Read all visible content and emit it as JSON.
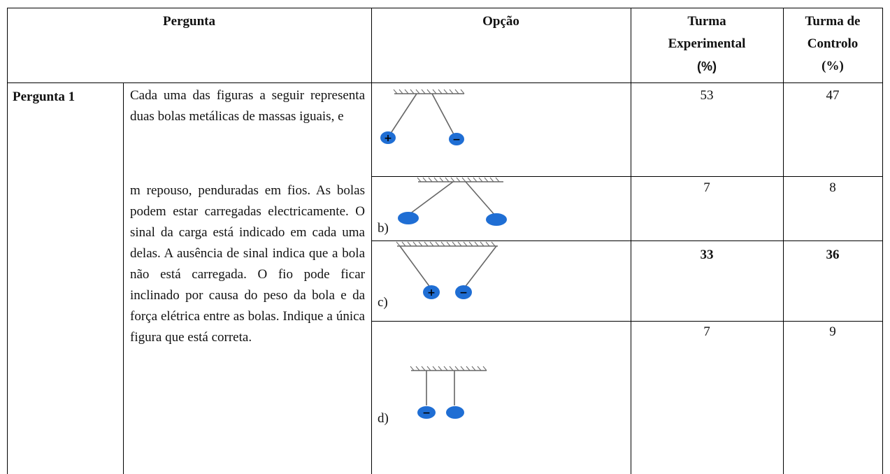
{
  "table": {
    "headers": {
      "pergunta": "Pergunta",
      "opcao": "Opção",
      "experimental_line1": "Turma",
      "experimental_line2": "Experimental",
      "experimental_line3": "(%)",
      "controlo_line1": "Turma de",
      "controlo_line2": "Controlo",
      "controlo_line3": "(%)"
    },
    "row_label": "Pergunta 1",
    "question_part1": "Cada uma das figuras a seguir representa duas bolas metálicas de massas iguais, e",
    "question_part2": "m repouso, penduradas em fios. As bolas podem estar carregadas electricamente. O sinal da carga está indicado em cada uma delas. A ausência de sinal indica que a bola não está carregada. O fio pode ficar inclinado por causa do peso da bola e da força elétrica entre as bolas. Indique a única figura que está correta.",
    "options": [
      {
        "label": "",
        "experimental": "53",
        "controlo": "47",
        "bold": false
      },
      {
        "label": "b)",
        "experimental": "7",
        "controlo": "8",
        "bold": false
      },
      {
        "label": "c)",
        "experimental": "33",
        "controlo": "36",
        "bold": true
      },
      {
        "label": "d)",
        "experimental": "7",
        "controlo": "9",
        "bold": false
      }
    ],
    "charge_signs": {
      "plus": "+",
      "minus": "−"
    }
  }
}
